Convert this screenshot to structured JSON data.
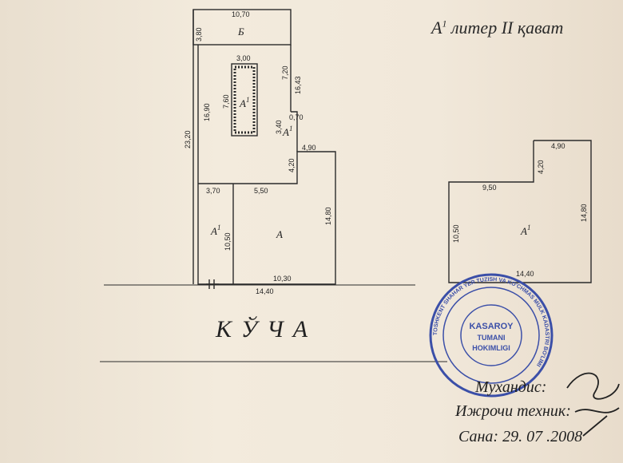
{
  "header": {
    "title_letter": "А",
    "title_sup": "1",
    "title_rest": " литер II қават"
  },
  "street_label": "КЎЧА",
  "plan": {
    "rooms": {
      "B": "Б",
      "A1_top": "А",
      "A1_top_sup": "1",
      "A1_small": "А",
      "A1_small_sup": "1",
      "A1_left": "А",
      "A1_left_sup": "1",
      "A_main": "А",
      "A1_right": "А",
      "A1_right_sup": "1"
    },
    "dims": {
      "top_width": "10,70",
      "b_height": "3,80",
      "inner_width": "3,00",
      "inner_height": "7,60",
      "left_mid": "16,90",
      "overall_left": "23,20",
      "right_upper": "7,20",
      "right_upper_total": "16,43",
      "small_w": "0,70",
      "small_h": "3,40",
      "ann_width": "4,90",
      "ann_height": "4,20",
      "left_room_w": "3,70",
      "main_room_w": "5,50",
      "left_room_h": "10,50",
      "main_room_h": "14,80",
      "bottom_inner": "10,30",
      "bottom_total": "14,40",
      "right_top": "4,90",
      "right_step": "4,20",
      "right_w": "9,50",
      "right_left_h": "10,50",
      "right_right_h": "14,80",
      "right_bottom": "14,40"
    }
  },
  "signatures": {
    "engineer": "Мухандис:",
    "technician": "Ижрочи техник:",
    "date_label": "Сана:",
    "date_value": "29. 07 .2008"
  },
  "stamp": {
    "center_top": "KASAROY",
    "center_mid": "TUMANI",
    "center_bottom": "HOKIMLIGI",
    "ring": "TOSHKENT SHAHAR YER TUZISH VA KO'CHMAS MULK KADASTRI BO'LIMI"
  }
}
